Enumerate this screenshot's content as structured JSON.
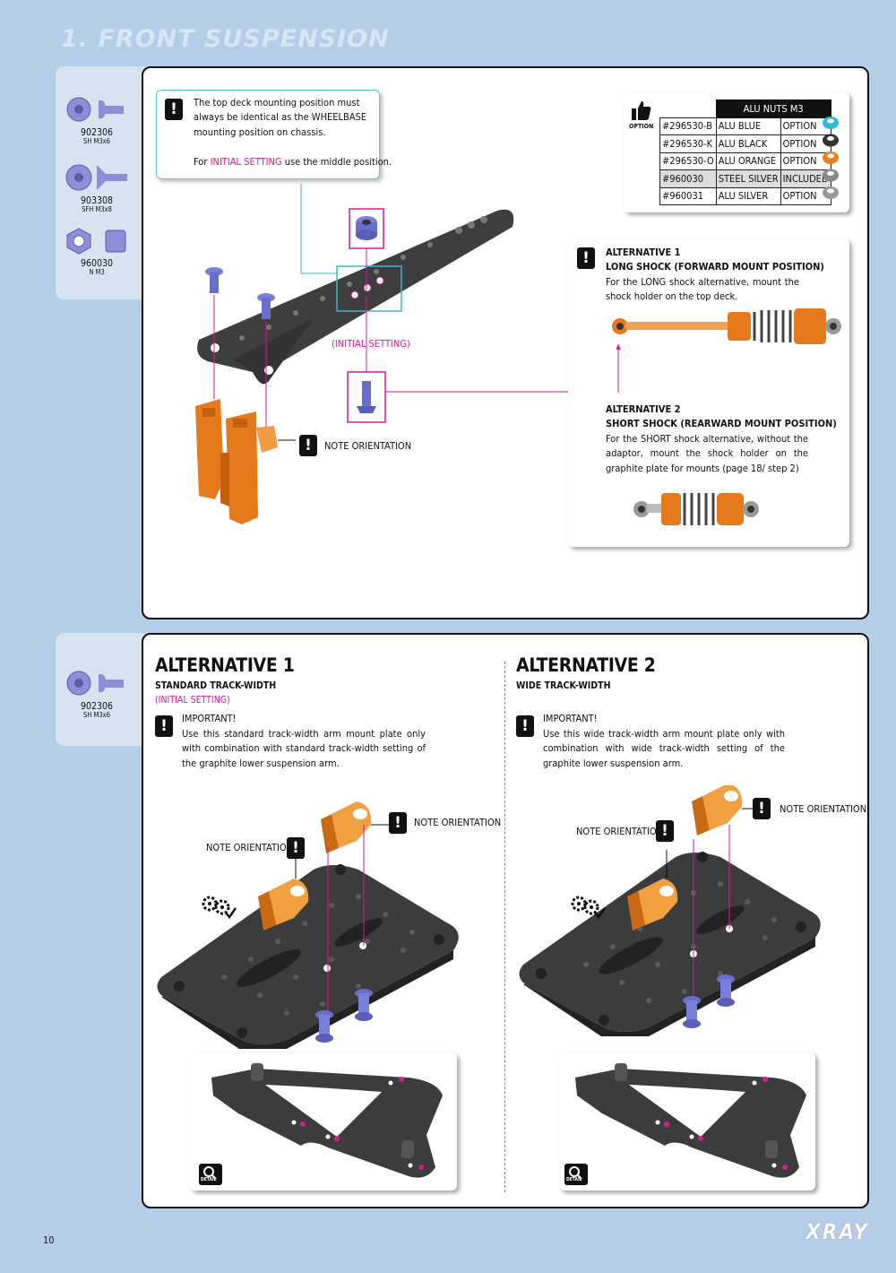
{
  "page_title": "1. FRONT SUSPENSION",
  "page_number": "10",
  "brand": "XRAY",
  "step1": {
    "parts": [
      {
        "code": "902306",
        "spec": "SH M3x6"
      },
      {
        "code": "903308",
        "spec": "SFH M3x8"
      },
      {
        "code": "960030",
        "spec": "N M3"
      }
    ],
    "callout": {
      "line1": "The top deck mounting position must always be identical as the WHEELBASE mounting position on chassis.",
      "line2_prefix": "For ",
      "line2_highlight": "INITIAL SETTING",
      "line2_suffix": " use the middle position."
    },
    "initial_setting_label": "(INITIAL SETTING)",
    "note_orientation": "NOTE ORIENTATION",
    "option_label": "OPTION",
    "nuts_table": {
      "title": "ALU NUTS M3",
      "rows": [
        {
          "code": "#296530-B",
          "name": "ALU BLUE",
          "status": "OPTION",
          "color": "#2fb8d8"
        },
        {
          "code": "#296530-K",
          "name": "ALU BLACK",
          "status": "OPTION",
          "color": "#333333"
        },
        {
          "code": "#296530-O",
          "name": "ALU ORANGE",
          "status": "OPTION",
          "color": "#e8821e"
        },
        {
          "code": "#960030",
          "name": "STEEL SILVER",
          "status": "INCLUDED",
          "color": "#8a8a8a"
        },
        {
          "code": "#960031",
          "name": "ALU SILVER",
          "status": "OPTION",
          "color": "#9a9a9a"
        }
      ]
    },
    "alt1": {
      "title": "ALTERNATIVE 1",
      "subtitle": "LONG SHOCK  (FORWARD MOUNT POSITION)",
      "text": "For the LONG shock alternative, mount the shock holder on the top deck."
    },
    "alt2": {
      "title": "ALTERNATIVE 2",
      "subtitle": "SHORT SHOCK (REARWARD MOUNT POSITION)",
      "text": "For the SHORT shock alternative, without the adaptor, mount the shock holder on the graphite plate for mounts (page 18/ step 2)"
    }
  },
  "step2": {
    "parts": [
      {
        "code": "902306",
        "spec": "SH M3x6"
      }
    ],
    "left": {
      "title": "ALTERNATIVE 1",
      "subtitle": "STANDARD TRACK-WIDTH",
      "tag": "(INITIAL SETTING)",
      "important": "IMPORTANT!",
      "text": "Use this standard track-width arm mount plate only with combination with standard track-width setting of the graphite lower suspension arm.",
      "note_a": "NOTE ORIENTATION",
      "note_b": "NOTE ORIENTATION",
      "detail": "DETAIL"
    },
    "right": {
      "title": "ALTERNATIVE 2",
      "subtitle": "WIDE TRACK-WIDTH",
      "important": "IMPORTANT!",
      "text": "Use this wide track-width arm mount plate only with combination with wide track-width setting of the graphite lower suspension arm.",
      "note_a": "NOTE ORIENTATION",
      "note_b": "NOTE ORIENTATION",
      "detail": "DETAIL"
    }
  }
}
